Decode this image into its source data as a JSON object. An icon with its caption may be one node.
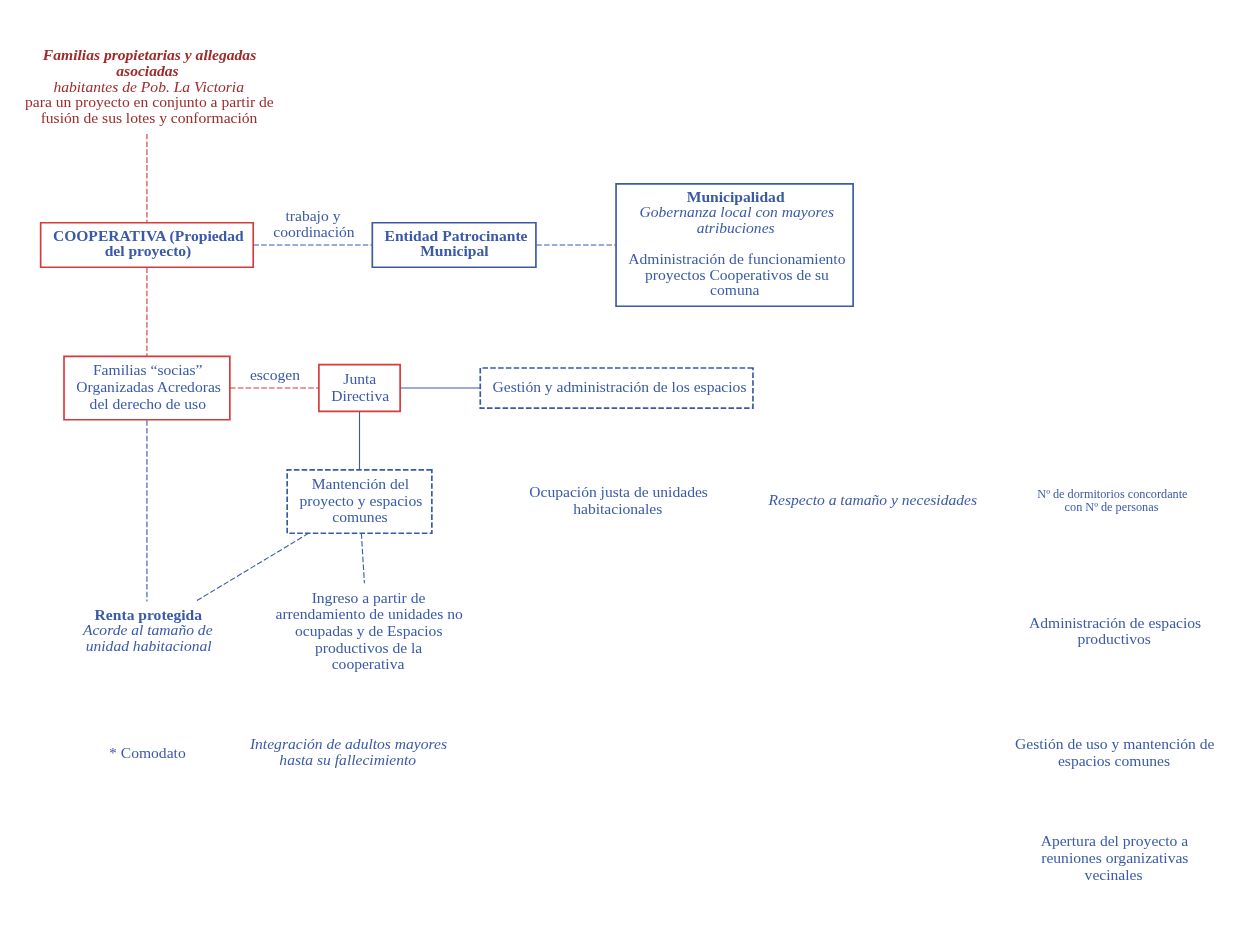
{
  "diagram": {
    "nodes": [
      {
        "text": [
          "Familias propietarias y allegadas asociadas",
          "habitantes de Pob. La Victoria",
          "para un proyecto en conjunto a partir de fusión de sus lotes y conformación"
        ]
      },
      {
        "text": [
          "COOPERATIVA (Propiedad del proyecto)"
        ]
      },
      {
        "text": [
          "Entidad Patrocinante Municipal"
        ]
      },
      {
        "text": [
          "Municipalidad",
          "Gobernanza local con mayores atribuciones",
          "Administración de funcionamiento proyectos Cooperativos de su comuna"
        ]
      },
      {
        "text": [
          "Familias “socias” Organizadas Acredoras del derecho de uso"
        ]
      },
      {
        "text": [
          "Junta Directiva"
        ]
      },
      {
        "text": [
          "Gestión y administración de los espacios"
        ]
      },
      {
        "text": [
          "Renta protegida",
          "Acorde al tamaño de unidad habitacional"
        ]
      },
      {
        "text": [
          "Mantención del proyecto y espacios comunes"
        ]
      },
      {
        "text": [
          "Ingreso a partir de arrendamiento de unidades no ocupadas y de Espacios productivos de la cooperativa"
        ]
      }
    ],
    "edges": [
      {
        "from": 0,
        "to": 1,
        "arrow": "none",
        "style": "dashed",
        "color": "#d63a3a"
      },
      {
        "from": 1,
        "to": 2,
        "arrow": "none",
        "style": "dashed",
        "label": "trabajo y coordinación"
      },
      {
        "from": 2,
        "to": 3,
        "arrow": "none",
        "style": "dashed"
      },
      {
        "from": 1,
        "to": 4,
        "arrow": "none",
        "style": "dashed",
        "color": "#d63a3a"
      },
      {
        "from": 4,
        "to": 5,
        "arrow": "none",
        "style": "dashed",
        "color": "#d63a3a",
        "label": "escogen"
      },
      {
        "from": 5,
        "to": 6,
        "arrow": "none"
      },
      {
        "from": 5,
        "to": 8,
        "arrow": "none"
      },
      {
        "from": 4,
        "to": 7,
        "arrow": "none",
        "style": "dashed"
      },
      {
        "from": 8,
        "to": 7,
        "arrow": "none",
        "style": "dashed"
      },
      {
        "from": 8,
        "to": 9,
        "arrow": "none",
        "style": "dashed"
      }
    ],
    "labels": [
      "* Comodato",
      "Integración de adultos mayores hasta su fallecimiento",
      "Ocupación justa de unidades habitacionales",
      "Respecto a tamaño y necesidades",
      "Nº de dormitorios concordante con Nº de personas",
      "Administración de espacios productivos",
      "Gestión de uso y mantención de espacios comunes",
      "Apertura del proyecto a reuniones organizativas vecinales"
    ]
  }
}
